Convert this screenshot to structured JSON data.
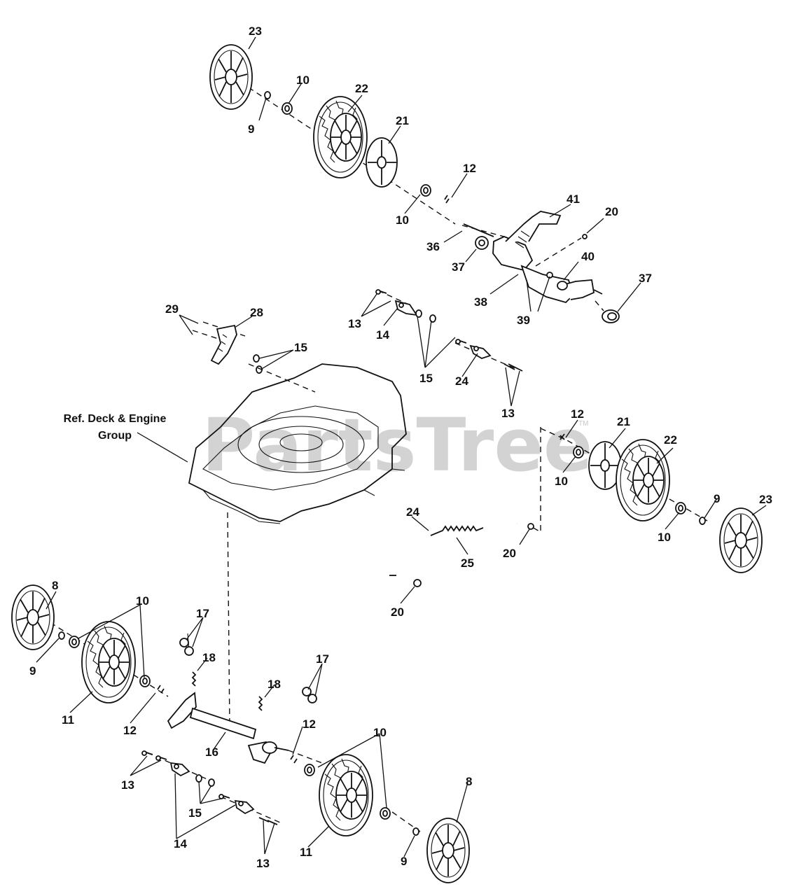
{
  "watermark": {
    "text": "PartsTree",
    "tm": "TM"
  },
  "reference": {
    "line1": "Ref. Deck & Engine",
    "line2": "Group"
  },
  "labels": [
    {
      "id": "l23a",
      "text": "23"
    },
    {
      "id": "l10a",
      "text": "10"
    },
    {
      "id": "l22a",
      "text": "22"
    },
    {
      "id": "l9a",
      "text": "9"
    },
    {
      "id": "l21a",
      "text": "21"
    },
    {
      "id": "l12a",
      "text": "12"
    },
    {
      "id": "l10b",
      "text": "10"
    },
    {
      "id": "l41",
      "text": "41"
    },
    {
      "id": "l20a",
      "text": "20"
    },
    {
      "id": "l36",
      "text": "36"
    },
    {
      "id": "l37a",
      "text": "37"
    },
    {
      "id": "l40",
      "text": "40"
    },
    {
      "id": "l37b",
      "text": "37"
    },
    {
      "id": "l38",
      "text": "38"
    },
    {
      "id": "l39",
      "text": "39"
    },
    {
      "id": "l29",
      "text": "29"
    },
    {
      "id": "l28",
      "text": "28"
    },
    {
      "id": "l13a",
      "text": "13"
    },
    {
      "id": "l14a",
      "text": "14"
    },
    {
      "id": "l15a",
      "text": "15"
    },
    {
      "id": "l15b",
      "text": "15"
    },
    {
      "id": "l24a",
      "text": "24"
    },
    {
      "id": "l13b",
      "text": "13"
    },
    {
      "id": "l12b",
      "text": "12"
    },
    {
      "id": "l21b",
      "text": "21"
    },
    {
      "id": "l22b",
      "text": "22"
    },
    {
      "id": "l10c",
      "text": "10"
    },
    {
      "id": "l9b",
      "text": "9"
    },
    {
      "id": "l23b",
      "text": "23"
    },
    {
      "id": "l10d",
      "text": "10"
    },
    {
      "id": "l24b",
      "text": "24"
    },
    {
      "id": "l25",
      "text": "25"
    },
    {
      "id": "l20b",
      "text": "20"
    },
    {
      "id": "l20c",
      "text": "20"
    },
    {
      "id": "l8a",
      "text": "8"
    },
    {
      "id": "l10e",
      "text": "10"
    },
    {
      "id": "l9c",
      "text": "9"
    },
    {
      "id": "l11a",
      "text": "11"
    },
    {
      "id": "l17a",
      "text": "17"
    },
    {
      "id": "l18a",
      "text": "18"
    },
    {
      "id": "l17b",
      "text": "17"
    },
    {
      "id": "l18b",
      "text": "18"
    },
    {
      "id": "l12c",
      "text": "12"
    },
    {
      "id": "l16",
      "text": "16"
    },
    {
      "id": "l12d",
      "text": "12"
    },
    {
      "id": "l10f",
      "text": "10"
    },
    {
      "id": "l13c",
      "text": "13"
    },
    {
      "id": "l15c",
      "text": "15"
    },
    {
      "id": "l14b",
      "text": "14"
    },
    {
      "id": "l11b",
      "text": "11"
    },
    {
      "id": "l8b",
      "text": "8"
    },
    {
      "id": "l9d",
      "text": "9"
    },
    {
      "id": "l13d",
      "text": "13"
    }
  ]
}
